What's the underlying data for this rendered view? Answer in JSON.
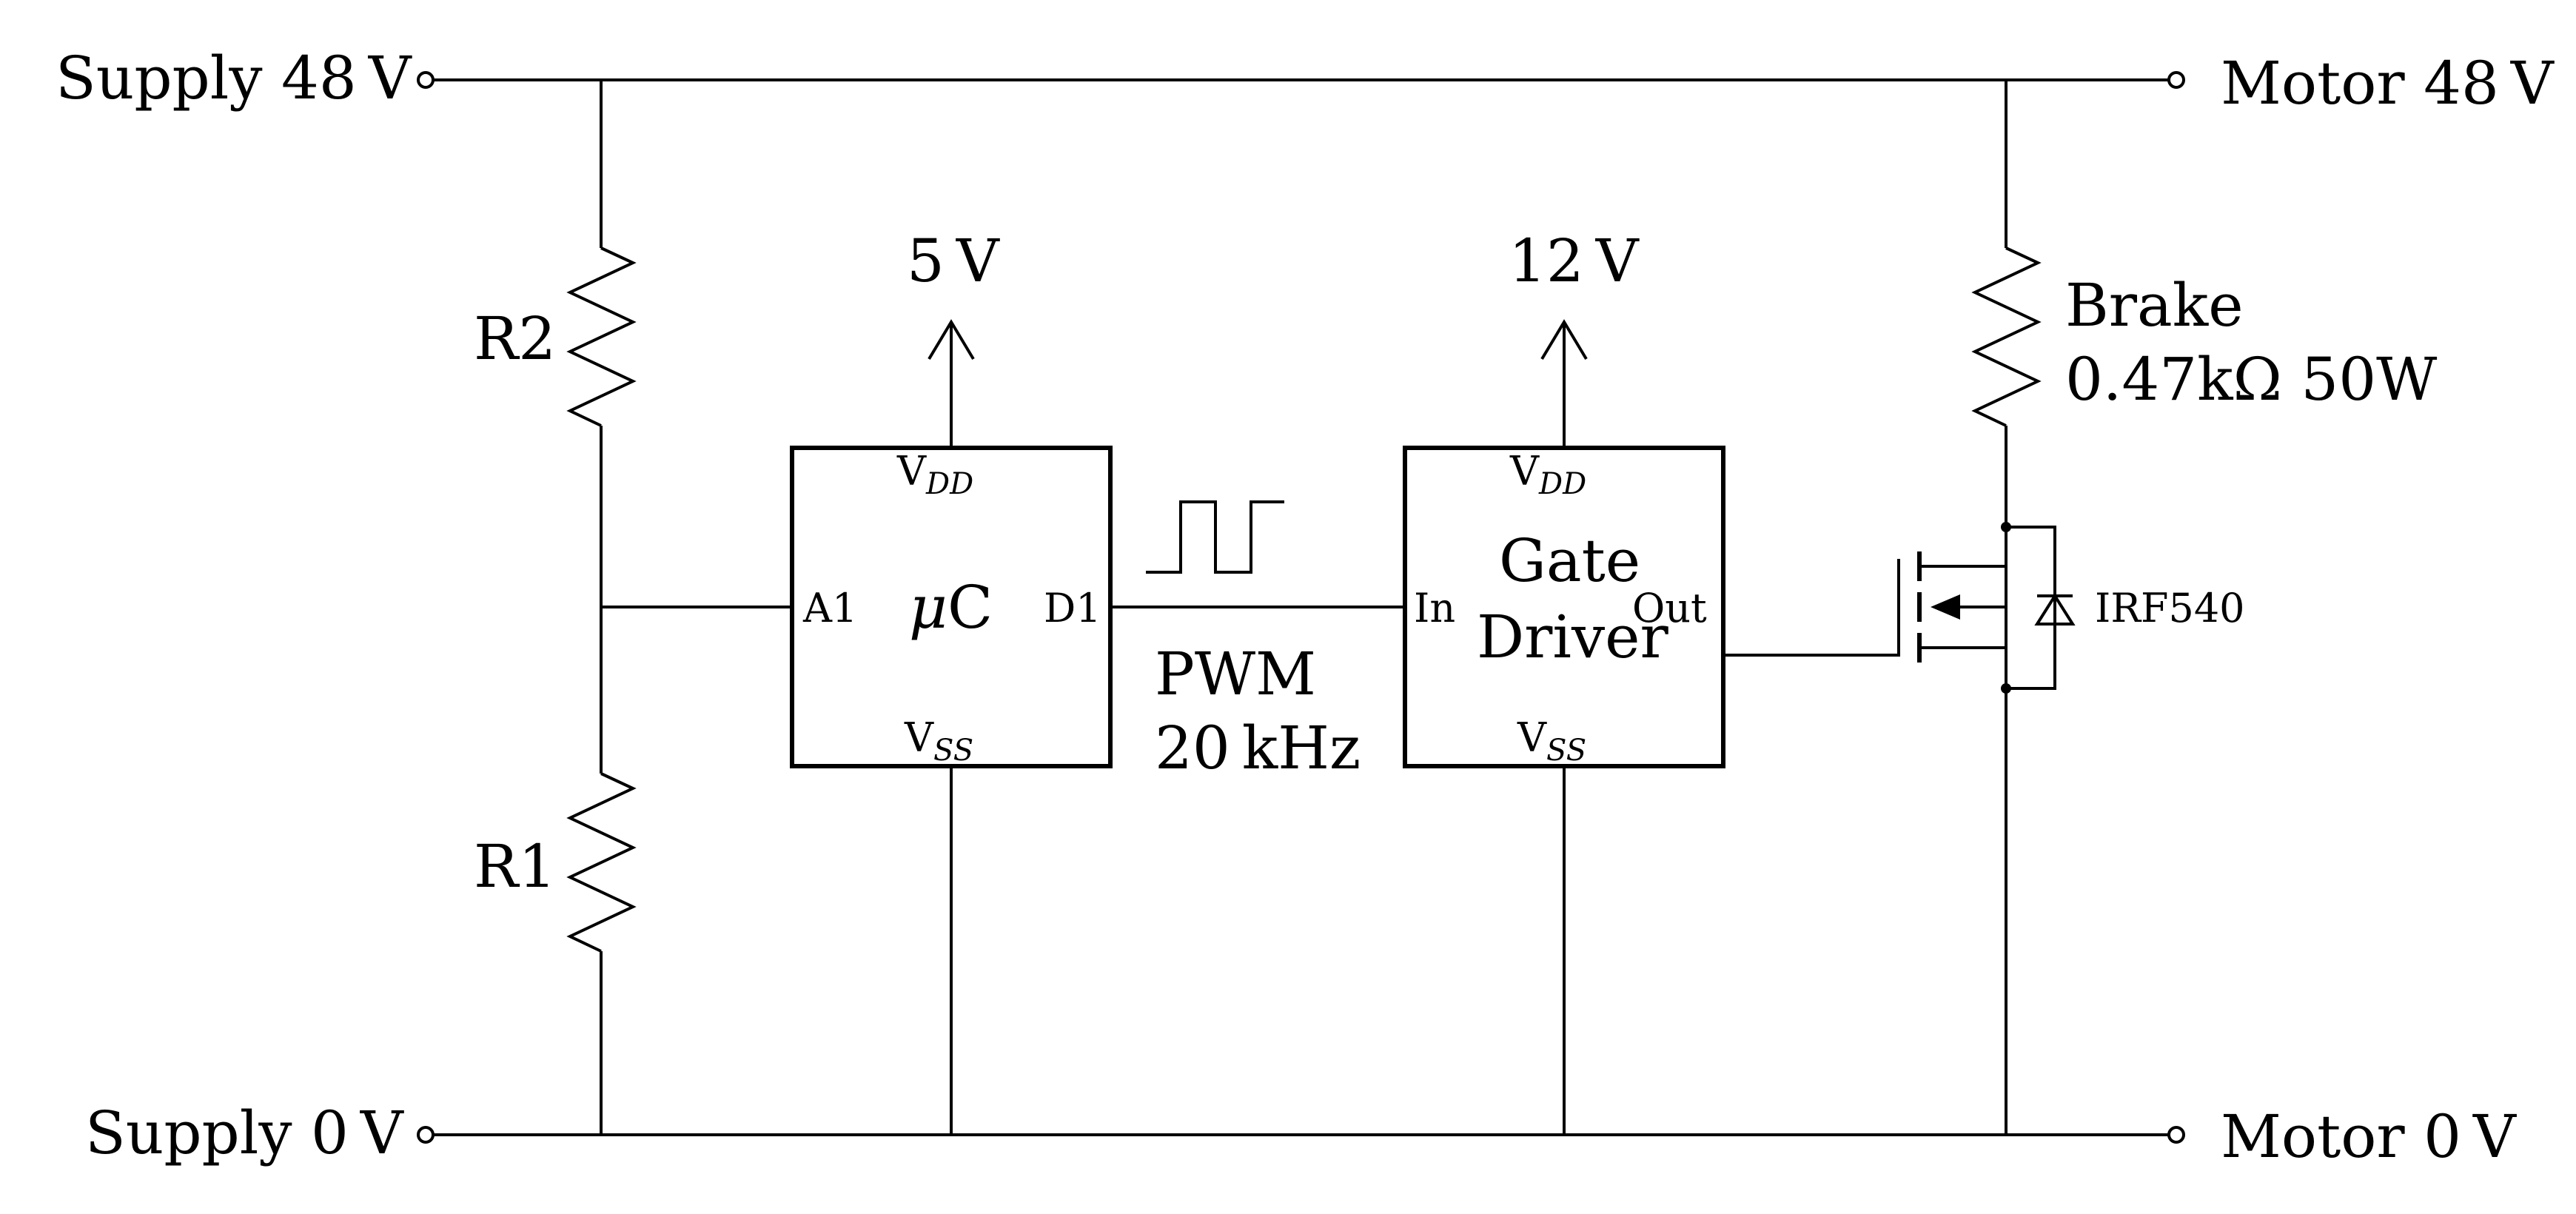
{
  "terminals": {
    "supply_48": "Supply 48 V",
    "supply_0": "Supply 0 V",
    "motor_48": "Motor 48 V",
    "motor_0": "Motor 0 V"
  },
  "resistors": {
    "r2": "R2",
    "r1": "R1",
    "brake_name": "Brake",
    "brake_value": "0.47kΩ 50W"
  },
  "mcu": {
    "rail": "5 V",
    "vdd_main": "V",
    "vdd_sub": "DD",
    "vss_main": "V",
    "vss_sub": "SS",
    "pin_a1": "A1",
    "pin_d1": "D1",
    "name_mu": "μ",
    "name_c": "C"
  },
  "driver": {
    "rail": "12 V",
    "vdd_main": "V",
    "vdd_sub": "DD",
    "vss_main": "V",
    "vss_sub": "SS",
    "pin_in": "In",
    "pin_out": "Out",
    "name_line1": "Gate",
    "name_line2": "Driver"
  },
  "signal": {
    "line1": "PWM",
    "line2": "20 kHz"
  },
  "mosfet": {
    "part": "IRF540"
  }
}
